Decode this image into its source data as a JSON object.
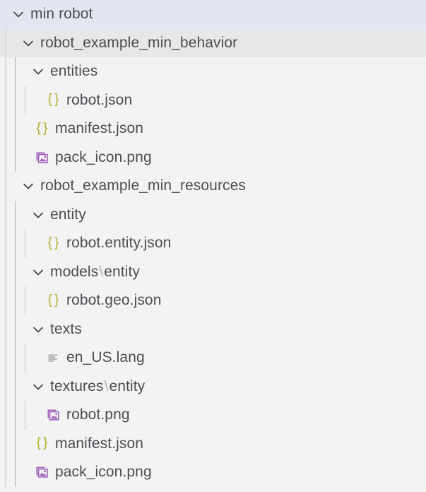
{
  "explorer": {
    "title": "File Explorer Tree",
    "colors": {
      "background": "#f3f3f3",
      "selected_focus": "#e3e5f1",
      "selected_inactive": "#e7e7e7",
      "text": "#4a4e52",
      "json_icon": "#b5ae2f",
      "image_icon": "#9b59b6",
      "text_icon": "#a8a8a8",
      "guide": "#c4c4c4",
      "separator": "#b0b3b6"
    },
    "rows": [
      {
        "name": "min robot",
        "type": "folder",
        "icon": "chevron-down-icon",
        "depth": 0,
        "expanded": true,
        "state": "selected-focus"
      },
      {
        "name": "robot_example_min_behavior",
        "type": "folder",
        "icon": "chevron-down-icon",
        "depth": 1,
        "expanded": true,
        "state": "selected-inactive"
      },
      {
        "name": "entities",
        "type": "folder",
        "icon": "chevron-down-icon",
        "depth": 2,
        "expanded": true,
        "state": "normal"
      },
      {
        "name": "robot.json",
        "type": "file",
        "icon": "json-icon",
        "depth": 3,
        "state": "normal"
      },
      {
        "name": "manifest.json",
        "type": "file",
        "icon": "json-icon",
        "depth": 2,
        "state": "normal"
      },
      {
        "name": "pack_icon.png",
        "type": "file",
        "icon": "image-icon",
        "depth": 2,
        "state": "normal"
      },
      {
        "name": "robot_example_min_resources",
        "type": "folder",
        "icon": "chevron-down-icon",
        "depth": 1,
        "expanded": true,
        "state": "normal"
      },
      {
        "name": "entity",
        "type": "folder",
        "icon": "chevron-down-icon",
        "depth": 2,
        "expanded": true,
        "state": "normal"
      },
      {
        "name": "robot.entity.json",
        "type": "file",
        "icon": "json-icon",
        "depth": 3,
        "state": "normal"
      },
      {
        "name": "models",
        "name_suffix": "entity",
        "separator": "\\",
        "type": "folder",
        "icon": "chevron-down-icon",
        "depth": 2,
        "expanded": true,
        "state": "normal"
      },
      {
        "name": "robot.geo.json",
        "type": "file",
        "icon": "json-icon",
        "depth": 3,
        "state": "normal"
      },
      {
        "name": "texts",
        "type": "folder",
        "icon": "chevron-down-icon",
        "depth": 2,
        "expanded": true,
        "state": "normal"
      },
      {
        "name": "en_US.lang",
        "type": "file",
        "icon": "text-file-icon",
        "depth": 3,
        "state": "normal"
      },
      {
        "name": "textures",
        "name_suffix": "entity",
        "separator": "\\",
        "type": "folder",
        "icon": "chevron-down-icon",
        "depth": 2,
        "expanded": true,
        "state": "normal"
      },
      {
        "name": "robot.png",
        "type": "file",
        "icon": "image-icon",
        "depth": 3,
        "state": "normal"
      },
      {
        "name": "manifest.json",
        "type": "file",
        "icon": "json-icon",
        "depth": 2,
        "state": "normal"
      },
      {
        "name": "pack_icon.png",
        "type": "file",
        "icon": "image-icon",
        "depth": 2,
        "state": "normal"
      }
    ]
  }
}
